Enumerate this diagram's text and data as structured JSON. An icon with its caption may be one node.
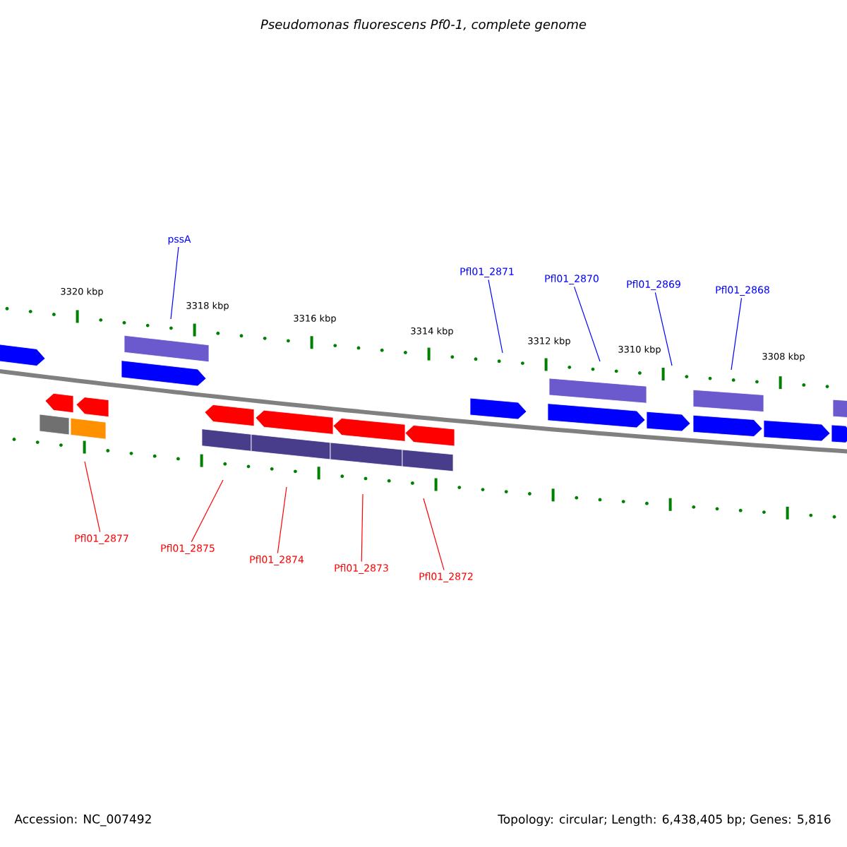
{
  "diagram": {
    "title": "Pseudomonas fluorescens Pf0-1, complete genome",
    "nodes": [
      {
        "text": [
          "pssA"
        ]
      },
      {
        "text": [
          "Pfl01_2871"
        ]
      },
      {
        "text": [
          "Pfl01_2870"
        ]
      },
      {
        "text": [
          "Pfl01_2869"
        ]
      },
      {
        "text": [
          "Pfl01_2868"
        ]
      },
      {
        "text": [
          "Pfl01_2877"
        ]
      },
      {
        "text": [
          "Pfl01_2875"
        ]
      },
      {
        "text": [
          "Pfl01_2874"
        ]
      },
      {
        "text": [
          "Pfl01_2873"
        ]
      },
      {
        "text": [
          "Pfl01_2872"
        ]
      }
    ],
    "edges": [
      {
        "from": 0,
        "to": null,
        "arrow": "none",
        "color": "#0000ff"
      },
      {
        "from": 1,
        "to": null,
        "arrow": "none",
        "color": "#0000ff"
      },
      {
        "from": 2,
        "to": null,
        "arrow": "none",
        "color": "#0000ff"
      },
      {
        "from": 3,
        "to": null,
        "arrow": "none",
        "color": "#0000ff"
      },
      {
        "from": 4,
        "to": null,
        "arrow": "none",
        "color": "#0000ff"
      },
      {
        "from": 5,
        "to": null,
        "arrow": "none",
        "color": "#ff0000"
      },
      {
        "from": 6,
        "to": null,
        "arrow": "none",
        "color": "#ff0000"
      },
      {
        "from": 7,
        "to": null,
        "arrow": "none",
        "color": "#ff0000"
      },
      {
        "from": 8,
        "to": null,
        "arrow": "none",
        "color": "#ff0000"
      },
      {
        "from": 9,
        "to": null,
        "arrow": "none",
        "color": "#ff0000"
      }
    ],
    "labels": [
      "3320 kbp",
      "3318 kbp",
      "3316 kbp",
      "3314 kbp",
      "3312 kbp",
      "3310 kbp",
      "3308 kbp",
      "Accession: NC_007492",
      "Topology: circular; Length: 6,438,405 bp; Genes: 5,816"
    ]
  }
}
